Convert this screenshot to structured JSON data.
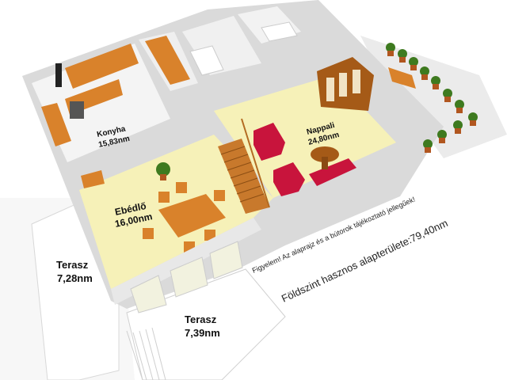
{
  "rooms": {
    "konyha": {
      "name": "Konyha",
      "area": "15,83nm"
    },
    "nappali": {
      "name": "Nappali",
      "area": "24,80nm"
    },
    "ebedlo": {
      "name": "Ebédlő",
      "area": "16,00nm"
    },
    "terasz_left": {
      "name": "Terasz",
      "area": "7,28nm"
    },
    "terasz_front": {
      "name": "Terasz",
      "area": "7,39nm"
    }
  },
  "notes": {
    "warning": "Figyelem! Az alaprajz és a bútorok tájékoztató jellegűek!",
    "total_area": "Földszint hasznos alapterülete:79,40nm"
  },
  "colors": {
    "floor_living": "#f6f1b8",
    "floor_kitchen": "#f4f4f4",
    "wall_top": "#e6e6e6",
    "wall_side": "#cfcfcf",
    "ground": "#ececec",
    "wood": "#d9822b",
    "wood_dark": "#a55a17",
    "sofa": "#c8143c",
    "stairs": "#c8792c",
    "plant": "#3e7a1f",
    "pot": "#b1561f"
  }
}
